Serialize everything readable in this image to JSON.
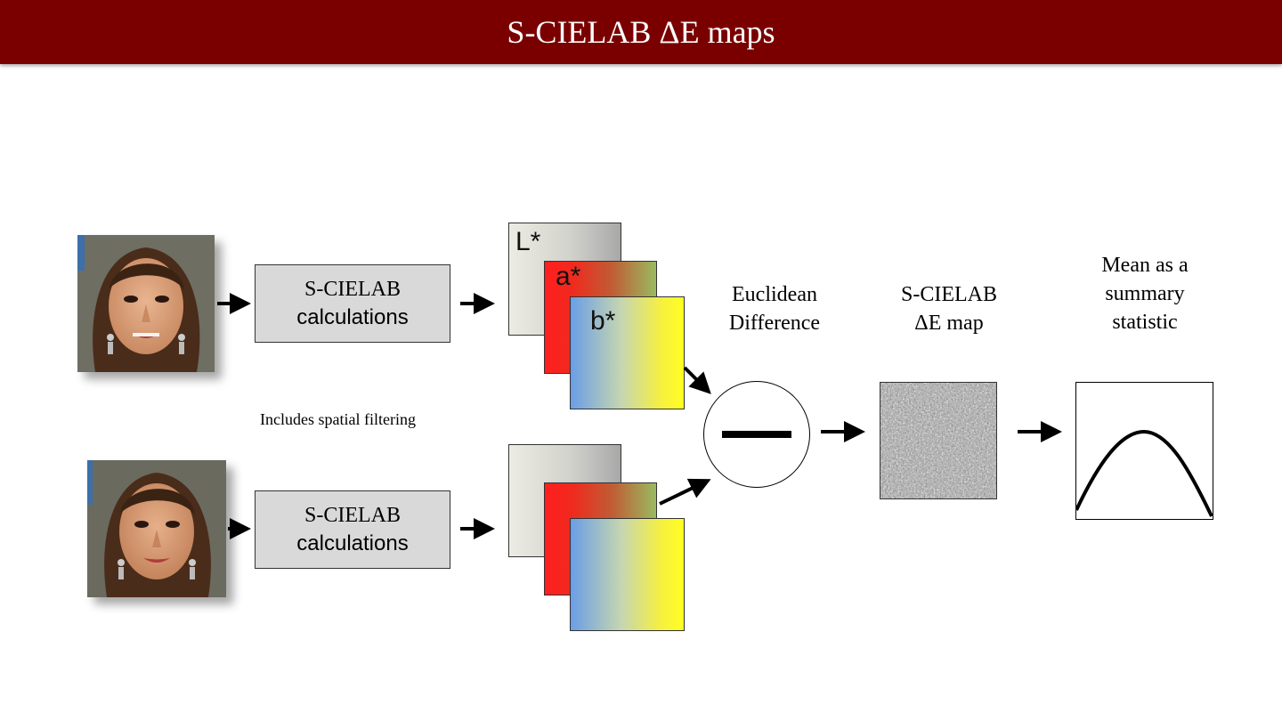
{
  "title": "S-CIELAB ΔE maps",
  "calc_box_top": {
    "line1": "S-CIELAB",
    "line2": "calculations"
  },
  "calc_box_bottom": {
    "line1": "S-CIELAB",
    "line2": "calculations"
  },
  "layer_labels": {
    "L": "L*",
    "a": "a*",
    "b": "b*"
  },
  "spatial_note": "Includes spatial filtering",
  "euclidean": {
    "line1": "Euclidean",
    "line2": "Difference"
  },
  "de_map": {
    "line1": "S-CIELAB",
    "line2": "ΔE map"
  },
  "summary": {
    "line1": "Mean as a",
    "line2": "summary",
    "line3": "statistic"
  },
  "colors": {
    "title_bar": "#7a0000",
    "calc_box": "#d9d9d9"
  }
}
